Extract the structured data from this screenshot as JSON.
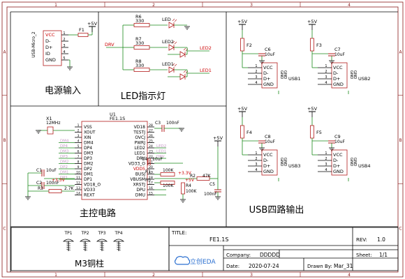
{
  "border": {
    "cols": [
      "1",
      "2",
      "3",
      "4"
    ],
    "rows": [
      "A",
      "B",
      "C"
    ]
  },
  "colors": {
    "frame": "#8a1a1a",
    "wire": "#1a8a1a",
    "part": "#b31b1b",
    "pin": "#000000",
    "net": "#cc0000",
    "hidden_net": "#c89ac8",
    "power": "#000000"
  },
  "power_section": {
    "title": "电源输入",
    "connector_ref": "USB-Micro_2",
    "fuse_ref": "F1",
    "supply": "+5V",
    "pins": [
      "VCC",
      "D-",
      "D+",
      "ID",
      "GND"
    ],
    "pin_numbers": [
      "1",
      "2",
      "3",
      "4",
      "5"
    ]
  },
  "led_section": {
    "title": "LED指示灯",
    "leds": [
      {
        "ref": "LED",
        "res_ref": "R6",
        "res_val": "330",
        "net": ""
      },
      {
        "ref": "LED2",
        "res_ref": "R7",
        "res_val": "330",
        "net": "LED2"
      },
      {
        "ref": "LED1",
        "res_ref": "R8",
        "res_val": "330",
        "net": "LED1"
      }
    ],
    "drv_net": "DRV"
  },
  "usb_section": {
    "title": "USB四路输出",
    "ports": [
      {
        "ref": "USB1",
        "fuse": "F2",
        "cap": "C6",
        "cap_val": "10uF",
        "supply": "+5V"
      },
      {
        "ref": "USB2",
        "fuse": "F3",
        "cap": "C7",
        "cap_val": "10uF",
        "supply": "+5V"
      },
      {
        "ref": "USB3",
        "fuse": "F4",
        "cap": "C8",
        "cap_val": "10uF",
        "supply": "+5V"
      },
      {
        "ref": "USB4",
        "fuse": "F5",
        "cap": "C9",
        "cap_val": "10uF",
        "supply": "+5V"
      }
    ],
    "pins": [
      "VCC",
      "D-",
      "D+",
      "GND"
    ],
    "side_pins": [
      "GND",
      "GND"
    ]
  },
  "main_section": {
    "title": "主控电路",
    "ic_ref": "U1",
    "ic_part": "FE1.1S",
    "left_pins": [
      "VSS",
      "XOUT",
      "XIN",
      "DM4",
      "DP4",
      "DM3",
      "DP3",
      "DM2",
      "DP2",
      "DM1",
      "DP1",
      "VD18_O",
      "VD33",
      "REXT"
    ],
    "left_nums": [
      "1",
      "2",
      "3",
      "4",
      "5",
      "6",
      "7",
      "8",
      "9",
      "10",
      "11",
      "12",
      "13",
      "14"
    ],
    "right_pins": [
      "VD18",
      "TESTJ",
      "OVCJ",
      "PWRJ",
      "LED2",
      "LED1",
      "DRV",
      "VD33_O",
      "VDD5",
      "BUSJ",
      "VBUSM",
      "XRSTJ",
      "DPU",
      "DMU"
    ],
    "right_nums": [
      "28",
      "27",
      "26",
      "25",
      "24",
      "23",
      "22",
      "21",
      "20",
      "19",
      "18",
      "17",
      "16",
      "15"
    ],
    "crystal_ref": "X1",
    "crystal_val": "12MHz",
    "caps": [
      {
        "ref": "C1",
        "val": "10uF"
      },
      {
        "ref": "C2",
        "val": "100nF"
      },
      {
        "ref": "C3",
        "val": "100nF"
      },
      {
        "ref": "C4",
        "val": "10uF"
      },
      {
        "ref": "C5",
        "val": "100nF"
      }
    ],
    "resistors": [
      {
        "ref": "R3",
        "val": "2.7K"
      },
      {
        "ref": "R1",
        "val": "100K"
      },
      {
        "ref": "R2",
        "val": "47K"
      },
      {
        "ref": "R4",
        "val": "100K"
      },
      {
        "ref": "R5",
        "val": "100K"
      }
    ],
    "rail_33": "+3.3V",
    "rail_5": "+5V"
  },
  "standoffs": {
    "title": "M3铜柱",
    "items": [
      "TP1",
      "TP2",
      "TP3",
      "TP4"
    ]
  },
  "title_block": {
    "title_label": "TITLE:",
    "title_value": "FE1.1S",
    "rev_label": "REV:",
    "rev_value": "1.0",
    "company_label": "Company:",
    "company_value": "DDDDD",
    "sheet_label": "Sheet:",
    "sheet_value": "1/1",
    "date_label": "Date:",
    "date_value": "2020-07-24",
    "drawn_label": "Drawn By:",
    "drawn_value": "Mar_31",
    "logo_text": "立创EDA"
  }
}
